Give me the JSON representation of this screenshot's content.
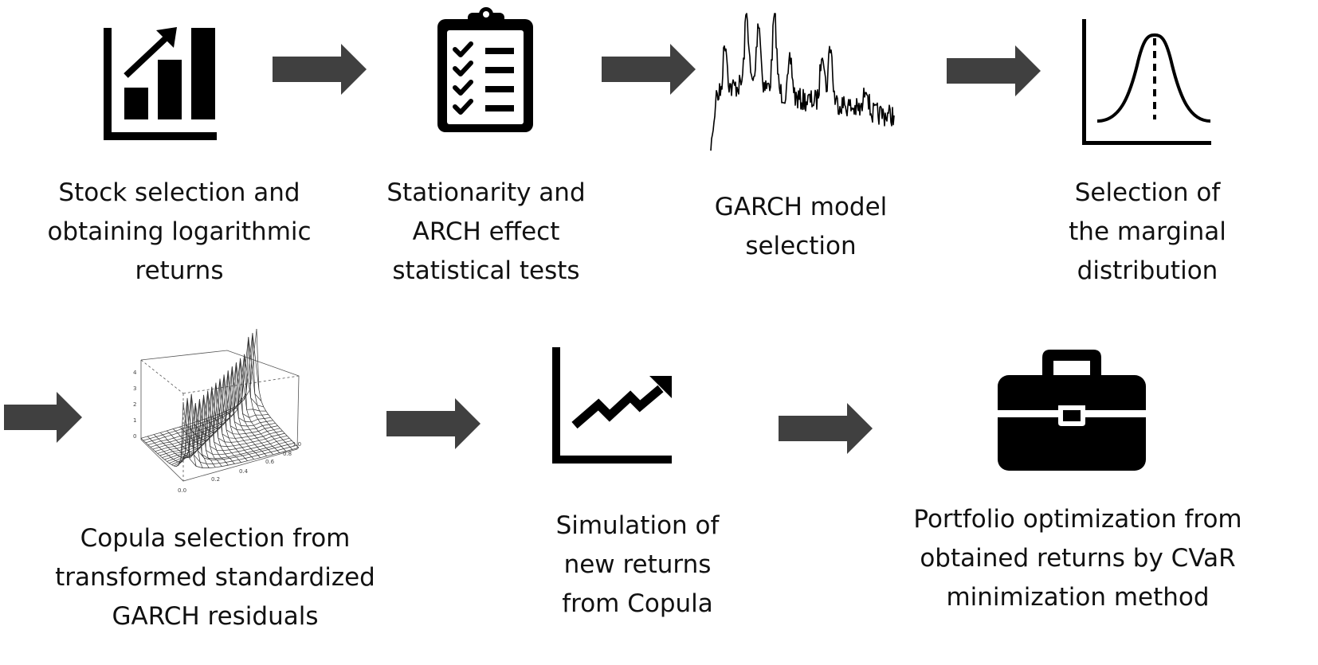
{
  "colors": {
    "arrow": "#404040",
    "icon": "#000000",
    "background": "#ffffff"
  },
  "steps": [
    {
      "icon": "bar-chart-growth-icon",
      "lines": [
        "Stock selection and",
        "obtaining logarithmic",
        "returns"
      ]
    },
    {
      "icon": "clipboard-checklist-icon",
      "lines": [
        "Stationarity and",
        "ARCH effect",
        "statistical tests"
      ]
    },
    {
      "icon": "volatility-time-series-icon",
      "lines": [
        "GARCH model",
        "selection"
      ]
    },
    {
      "icon": "bell-curve-icon",
      "lines": [
        "Selection of",
        "the marginal",
        "distribution"
      ]
    },
    {
      "icon": "copula-3d-surface-icon",
      "lines": [
        "Copula selection from",
        "transformed standardized",
        "GARCH residuals"
      ]
    },
    {
      "icon": "trending-up-chart-icon",
      "lines": [
        "Simulation of",
        "new returns",
        "from Copula"
      ]
    },
    {
      "icon": "briefcase-icon",
      "lines": [
        "Portfolio optimization from",
        "obtained returns by CVaR",
        "minimization method"
      ]
    }
  ]
}
